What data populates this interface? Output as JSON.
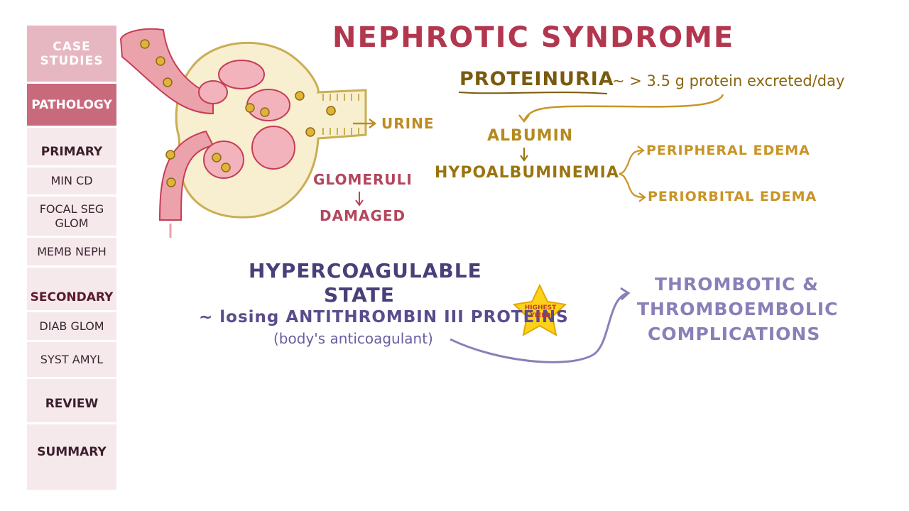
{
  "title": "NEPHROTIC SYNDROME",
  "sidebar": {
    "case_studies": "CASE STUDIES",
    "pathology": "PATHOLOGY",
    "primary": "PRIMARY",
    "min_cd": "MIN CD",
    "focal_seg": "FOCAL SEG GLOM",
    "memb_neph": "MEMB NEPH",
    "secondary": "SECONDARY",
    "diab_glom": "DIAB GLOM",
    "syst_amyl": "SYST AMYL",
    "review": "REVIEW",
    "summary": "SUMMARY"
  },
  "diagram": {
    "urine": "URINE",
    "glomeruli": "GLOMERULI",
    "damaged": "DAMAGED",
    "proteinuria": "PROTEINURIA",
    "proteinuria_def": "~ > 3.5 g protein excreted/day",
    "albumin": "ALBUMIN",
    "hypoalbuminemia": "HYPOALBUMINEMIA",
    "peripheral_edema": "PERIPHERAL EDEMA",
    "periorbital_edema": "PERIORBITAL EDEMA",
    "hyper_line1": "HYPERCOAGULABLE",
    "hyper_line2": "STATE",
    "losing": "~ losing ANTITHROMBIN III PROTEINS",
    "anticoagulant": "(body's anticoagulant)",
    "star_line1": "HIGHEST",
    "star_line2": "YIELD",
    "thromb_line1": "THROMBOTIC &",
    "thromb_line2": "THROMBOEMBOLIC",
    "thromb_line3": "COMPLICATIONS"
  },
  "colors": {
    "title": "#b2374e",
    "sidebar_active": "#c96a7c",
    "sidebar_case": "#e7b7c1",
    "capsule": "#f7efcf",
    "vessel": "#eba2ab",
    "gold": "#c99426",
    "purple": "#4a3f78",
    "star": "#ffd21a"
  }
}
